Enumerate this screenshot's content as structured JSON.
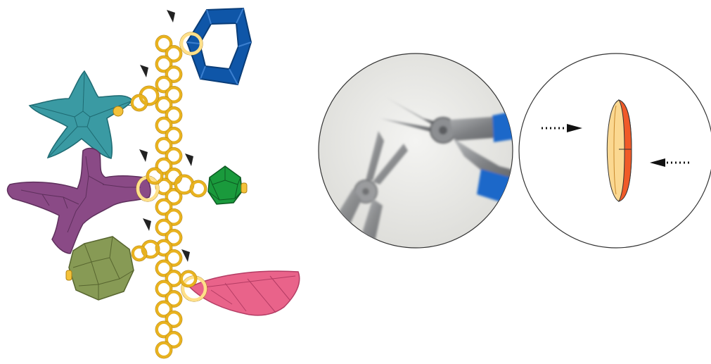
{
  "figure": {
    "panels": [
      "charm-chain-illustration",
      "pliers-detail",
      "jump-ring-detail"
    ]
  },
  "colors": {
    "chain_gold": "#e8b21f",
    "chain_gold_light": "#ffe08a",
    "blue_charm": "#0f56a8",
    "teal_starfish": "#3a9aa3",
    "purple_coral": "#8a4a86",
    "green_bead": "#1a9a3c",
    "olive_nugget": "#879a55",
    "pink_leaf": "#e9638a",
    "ring_orange": "#f05a28",
    "ring_cream": "#fbd891",
    "arrowhead": "#222222",
    "pliers_grey": "#8d8f92",
    "pliers_blue": "#1f67c9"
  },
  "icons": {
    "pointer": "black-triangle-pointer-icon",
    "push_arrow": "dotted-arrow-icon"
  }
}
